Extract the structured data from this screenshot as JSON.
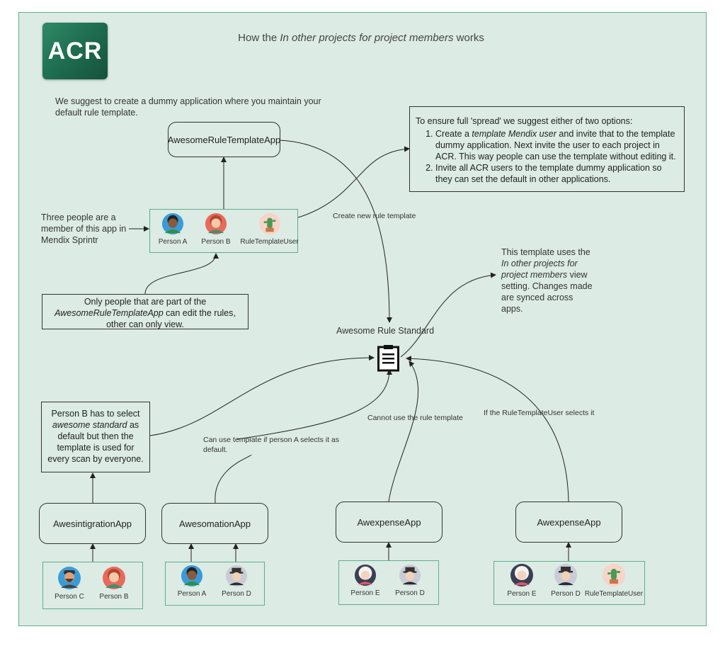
{
  "logo": {
    "text": "ACR"
  },
  "title": {
    "prefix": "How the ",
    "emphasis": "In other projects for project members",
    "suffix": " works"
  },
  "intro": "We suggest to create a dummy application where you maintain your default rule template.",
  "template_app": "AwesomeRuleTemplateApp",
  "three_people_note": "Three people are a member of this app in Mendix Sprintr",
  "top_group": [
    {
      "name": "Person A",
      "avatar": "person-a"
    },
    {
      "name": "Person B",
      "avatar": "person-b"
    },
    {
      "name": "RuleTemplateUser",
      "avatar": "cactus"
    }
  ],
  "only_people_note": {
    "pre": "Only people that are part of the ",
    "emph": "AwesomeRuleTemplateApp",
    "post": " can edit the rules, other can only view."
  },
  "spread_note": {
    "intro": "To ensure full 'spread' we suggest either of two options:",
    "item1_pre": "Create a ",
    "item1_emph": "template Mendix user",
    "item1_post": " and invite that to the template dummy application. Next invite the user to each project in ACR. This way people can use the template without editing it.",
    "item2": "Invite all ACR users to the template dummy application so they can set the default in other applications."
  },
  "create_label": "Create new rule template",
  "view_setting_note": {
    "pre": "This template uses the ",
    "emph": "In other projects for project members",
    "post": " view setting. Changes made are synced across apps."
  },
  "standard_label": "Awesome Rule Standard",
  "person_b_note": {
    "pre": "Person B has to select ",
    "emph": "awesome standard",
    "post": " as default but then the template is used for every scan by everyone."
  },
  "edge_labels": {
    "can_use": "Can use template if person A selects it as default.",
    "cannot_use": "Cannot use the rule template",
    "if_user": "If the RuleTemplateUser selects it"
  },
  "apps": [
    "AwesintigrationApp",
    "AwesomationApp",
    "AwexpenseApp",
    "AwexpenseApp"
  ],
  "bottom_groups": [
    [
      {
        "name": "Person C",
        "avatar": "person-c"
      },
      {
        "name": "Person B",
        "avatar": "person-b"
      }
    ],
    [
      {
        "name": "Person A",
        "avatar": "person-a"
      },
      {
        "name": "Person D",
        "avatar": "person-d"
      }
    ],
    [
      {
        "name": "Person E",
        "avatar": "person-e"
      },
      {
        "name": "Person D",
        "avatar": "person-d"
      }
    ],
    [
      {
        "name": "Person E",
        "avatar": "person-e"
      },
      {
        "name": "Person D",
        "avatar": "person-d"
      },
      {
        "name": "RuleTemplateUser",
        "avatar": "cactus"
      }
    ]
  ],
  "colors": {
    "background": "#dcebe4",
    "border": "#5fae8c",
    "line": "#333333",
    "logo": "#1d6a4e"
  }
}
